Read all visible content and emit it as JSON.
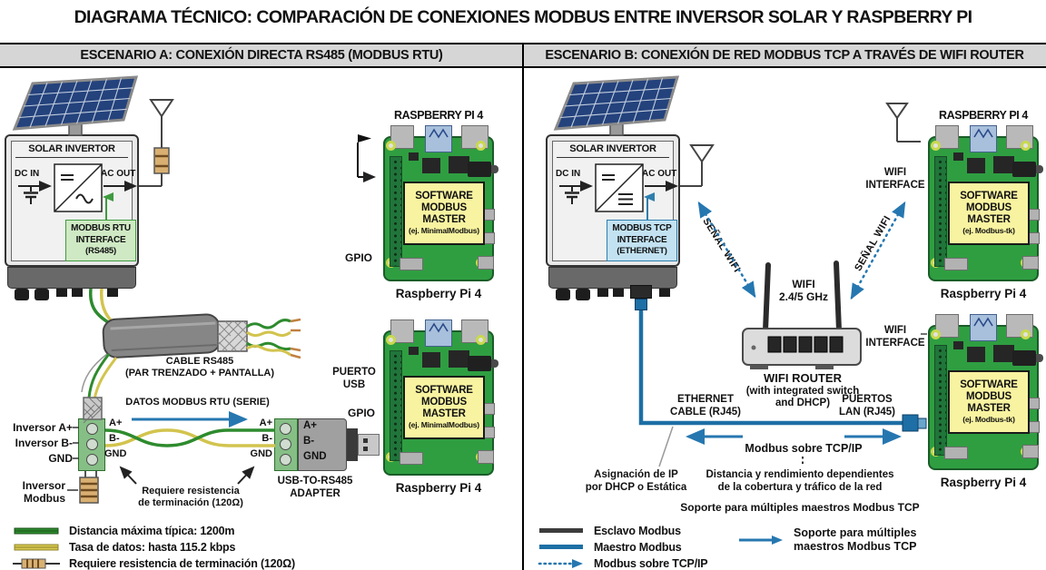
{
  "title": "DIAGRAMA TÉCNICO: COMPARACIÓN DE CONEXIONES MODBUS ENTRE INVERSOR SOLAR Y RASPBERRY PI",
  "colors": {
    "accent_blue": "#2677b0",
    "cable_blue": "#1d6fa5",
    "wire_green": "#2e8b2e",
    "wire_yellow": "#d2c44e",
    "pcb_green": "#2f9e41",
    "software_yellow": "#f8f3a0",
    "iface_green": "#cfe9c4",
    "iface_blue": "#c2e2f2"
  },
  "scenario_a": {
    "header": "ESCENARIO A: CONEXIÓN DIRECTA RS485 (MODBUS RTU)",
    "inverter": {
      "title": "SOLAR INVERTOR",
      "dc_in": "DC IN",
      "ac_out": "AC OUT",
      "iface_l1": "MODBUS RTU",
      "iface_l2": "INTERFACE",
      "iface_l3": "(RS485)"
    },
    "labels": {
      "cable_l1": "CABLE RS485",
      "cable_l2": "(PAR TRENZADO + PANTALLA)",
      "datos": "DATOS MODBUS RTU (SERIE)",
      "inversor_a": "Inversor A+",
      "inversor_b": "Inversor B-",
      "inversor_gnd": "GND",
      "wire_a": "A+",
      "wire_b": "B-",
      "wire_gnd": "GND",
      "inversor_modbus_l1": "Inversor",
      "inversor_modbus_l2": "Modbus",
      "requiere_l1": "Requiere resistencia",
      "requiere_l2": "de terminación (120Ω)",
      "puerto_usb_l1": "PUERTO",
      "puerto_usb_l2": "USB",
      "gpio_top": "GPIO",
      "gpio_bottom": "GPIO",
      "adapter_l1": "USB-TO-RS485",
      "adapter_l2": "ADAPTER"
    },
    "legend": [
      {
        "icon": "green-line",
        "label": "Distancia máxima típica: 1200m"
      },
      {
        "icon": "yellow-line",
        "label": "Tasa de datos: hasta 115.2 kbps"
      },
      {
        "icon": "resistor",
        "label": "Requiere resistencia de terminación (120Ω)"
      }
    ]
  },
  "scenario_b": {
    "header": "ESCENARIO B: CONEXIÓN DE RED MODBUS TCP A TRAVÉS DE WIFI ROUTER",
    "inverter": {
      "title": "SOLAR INVERTOR",
      "dc_in": "DC IN",
      "ac_out": "AC OUT",
      "iface_l1": "MODBUS TCP",
      "iface_l2": "INTERFACE",
      "iface_l3": "(ETHERNET)"
    },
    "labels": {
      "senal_wifi_left": "SEÑAL WIFI",
      "senal_wifi_right": "SEÑAL WIFI",
      "wifi_l1": "WIFI",
      "wifi_l2": "2.4/5 GHz",
      "router_l1": "WIFI ROUTER",
      "router_l2": "(with integrated switch",
      "router_l3": "and DHCP)",
      "wifi_iface_l1": "WIFI",
      "wifi_iface_l2": "INTERFACE",
      "ethernet_l1": "ETHERNET",
      "ethernet_l2": "CABLE (RJ45)",
      "puertos_l1": "PUERTOS",
      "puertos_l2": "LAN (RJ45)",
      "modbus_tcp": "Modbus sobre TCP/IP",
      "asignacion_l1": "Asignación de IP",
      "asignacion_l2": "por DHCP o Estática",
      "distancia_l1": "Distancia y rendimiento dependientes",
      "distancia_l2": "de la cobertura y tráfico de la red",
      "soporte": "Soporte para múltiples maestros Modbus TCP"
    },
    "legend": [
      {
        "icon": "dark-line",
        "label": "Esclavo Modbus"
      },
      {
        "icon": "blue-line",
        "label": "Maestro Modbus"
      },
      {
        "icon": "dotted-arrow",
        "label": "Modbus sobre TCP/IP"
      }
    ],
    "legend_arrow_l1": "Soporte para múltiples",
    "legend_arrow_l2": "maestros Modbus TCP"
  },
  "rpi": {
    "a_top": {
      "heading": "RASPBERRY PI 4",
      "caption": "Raspberry Pi 4",
      "sw1": "SOFTWARE",
      "sw2": "MODBUS",
      "sw3": "MASTER",
      "sw4": "(ej. MinimalModbus)"
    },
    "a_bottom": {
      "caption": "Raspberry Pi 4",
      "sw1": "SOFTWARE",
      "sw2": "MODBUS",
      "sw3": "MASTER",
      "sw4": "(ej. MinimalModbus)"
    },
    "b_top": {
      "heading": "RASPBERRY PI 4",
      "caption": "Raspberry Pi 4",
      "sw1": "SOFTWARE",
      "sw2": "MODBUS",
      "sw3": "MASTER",
      "sw4": "(ej. Modbus-tk)"
    },
    "b_bottom": {
      "caption": "Raspberry Pi 4",
      "sw1": "SOFTWARE",
      "sw2": "MODBUS",
      "sw3": "MASTER",
      "sw4": "(ej. Modbus-tk)"
    }
  },
  "wire": {
    "a": "A+",
    "b": "B-",
    "gnd": "GND"
  }
}
